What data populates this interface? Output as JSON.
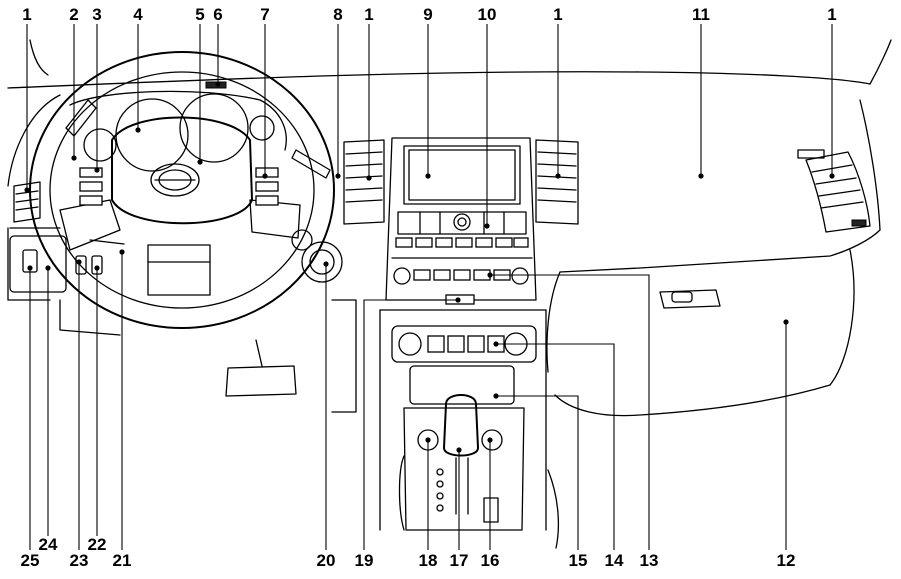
{
  "diagram": {
    "callouts": [
      {
        "id": "c1a",
        "label": "1"
      },
      {
        "id": "c2",
        "label": "2"
      },
      {
        "id": "c3",
        "label": "3"
      },
      {
        "id": "c4",
        "label": "4"
      },
      {
        "id": "c5",
        "label": "5"
      },
      {
        "id": "c6",
        "label": "6"
      },
      {
        "id": "c7",
        "label": "7"
      },
      {
        "id": "c8",
        "label": "8"
      },
      {
        "id": "c1b",
        "label": "1"
      },
      {
        "id": "c9",
        "label": "9"
      },
      {
        "id": "c10",
        "label": "10"
      },
      {
        "id": "c1c",
        "label": "1"
      },
      {
        "id": "c11",
        "label": "11"
      },
      {
        "id": "c1d",
        "label": "1"
      },
      {
        "id": "c25",
        "label": "25"
      },
      {
        "id": "c24",
        "label": "24"
      },
      {
        "id": "c23",
        "label": "23"
      },
      {
        "id": "c22",
        "label": "22"
      },
      {
        "id": "c21",
        "label": "21"
      },
      {
        "id": "c20",
        "label": "20"
      },
      {
        "id": "c19",
        "label": "19"
      },
      {
        "id": "c18",
        "label": "18"
      },
      {
        "id": "c17",
        "label": "17"
      },
      {
        "id": "c16",
        "label": "16"
      },
      {
        "id": "c15",
        "label": "15"
      },
      {
        "id": "c14",
        "label": "14"
      },
      {
        "id": "c13",
        "label": "13"
      },
      {
        "id": "c12",
        "label": "12"
      }
    ]
  }
}
